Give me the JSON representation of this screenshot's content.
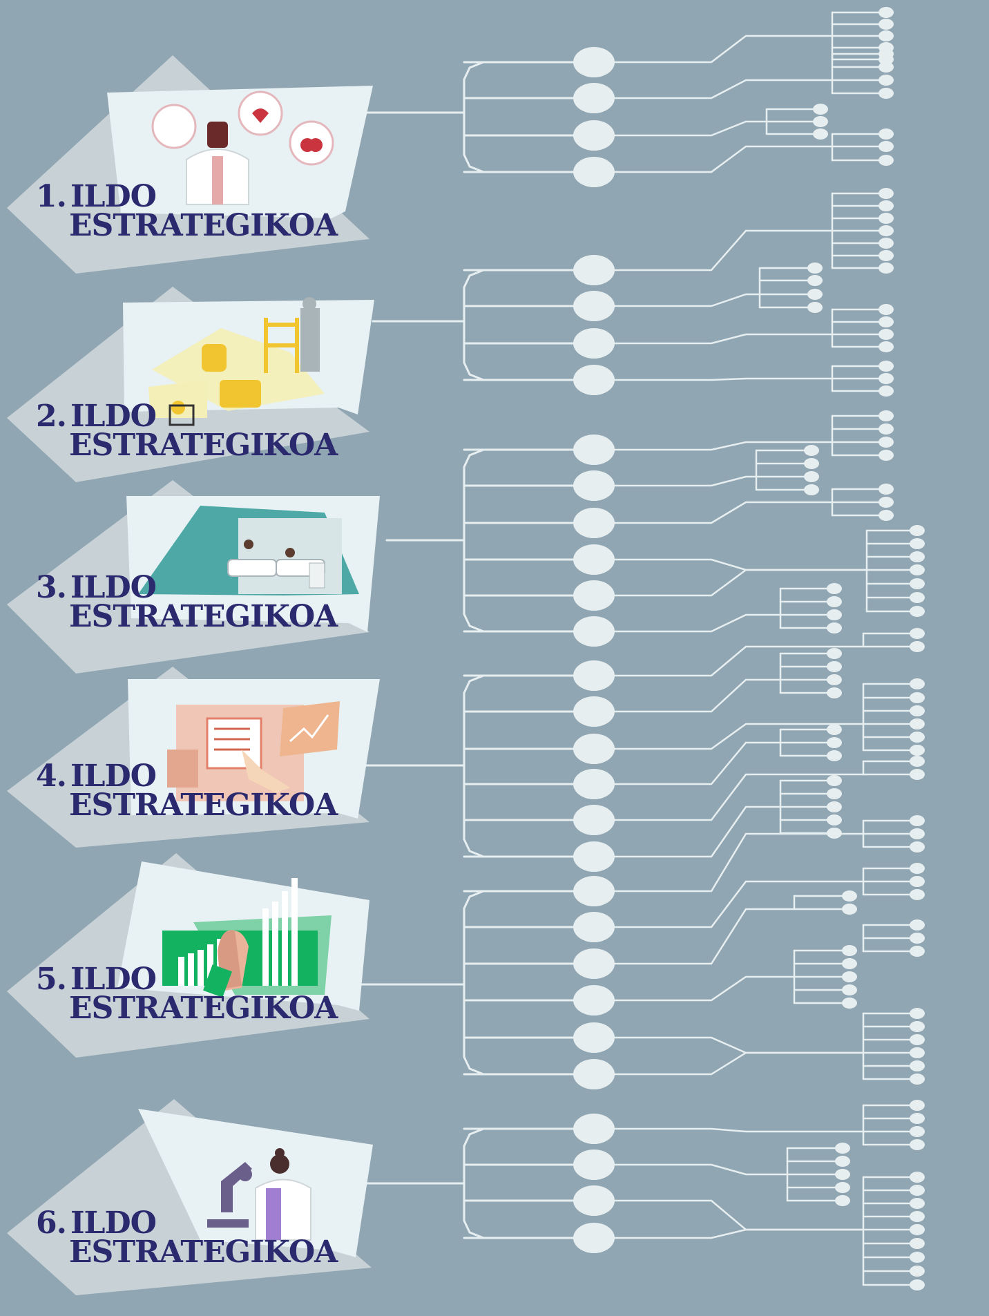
{
  "colors": {
    "background": "#91a6b3",
    "tree": "#e7eef0",
    "label": "#2b2a6f",
    "panel_back": "#c8d2d6",
    "panel_front": "#e8f1f3"
  },
  "lines": [
    {
      "number": "1.",
      "word1": "ILDO",
      "word2": "ESTRATEGIKOA",
      "illustration": "doctor-with-health-icons"
    },
    {
      "number": "2.",
      "word1": "ILDO",
      "word2": "ESTRATEGIKOA",
      "illustration": "elderly-care-walker"
    },
    {
      "number": "3.",
      "word1": "ILDO",
      "word2": "ESTRATEGIKOA",
      "illustration": "hospital-room"
    },
    {
      "number": "4.",
      "word1": "ILDO",
      "word2": "ESTRATEGIKOA",
      "illustration": "document-and-chart"
    },
    {
      "number": "5.",
      "word1": "ILDO",
      "word2": "ESTRATEGIKOA",
      "illustration": "growth-bars-handshake"
    },
    {
      "number": "6.",
      "word1": "ILDO",
      "word2": "ESTRATEGIKOA",
      "illustration": "scientist-microscope"
    }
  ]
}
